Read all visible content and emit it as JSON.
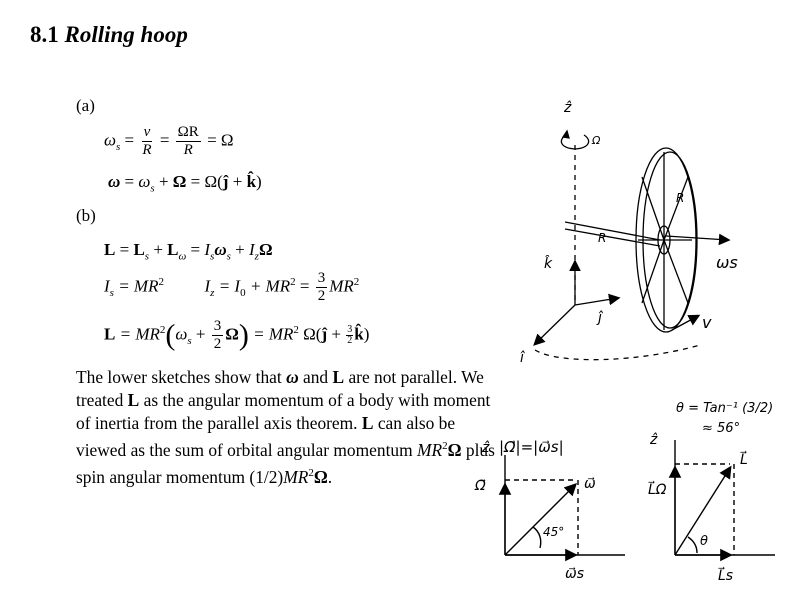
{
  "heading": {
    "number": "8.1",
    "title": "Rolling hoop"
  },
  "part_a": {
    "label": "(a)",
    "eq1": {
      "lhs": "ω",
      "lhs_sub": "s",
      "f1_num": "v",
      "f1_den": "R",
      "f2_num": "ΩR",
      "f2_den": "R",
      "rhs": "= Ω"
    },
    "eq2": {
      "text1": "ω",
      "text2": " = ",
      "text3": "ω",
      "sub": "s",
      "text4": " + ",
      "text5": "Ω",
      "text6": " = Ω(",
      "j": "ĵ",
      "plus": " + ",
      "k": "k̂",
      "close": ")"
    }
  },
  "part_b": {
    "label": "(b)",
    "eq3": {
      "L": "L",
      "eq": " = ",
      "Ls": "L",
      "Ls_sub": "s",
      "plus": " + ",
      "Lw": "L",
      "Lw_sub": "ω",
      "eq2": " = ",
      "Is": "I",
      "Is_sub": "s",
      "ws": "ω",
      "ws_sub": "s",
      "plus2": " + ",
      "Iz": "I",
      "Iz_sub": "z",
      "Om": "Ω"
    },
    "eq4": {
      "Is": "I",
      "Is_sub": "s",
      "rhs": " = MR",
      "sup": "2",
      "Iz": "I",
      "Iz_sub": "z",
      "mid": " = I",
      "I0_sub": "0",
      "mid2": " + MR",
      "sup2": "2",
      "eq": " = ",
      "fn": "3",
      "fd": "2",
      "tail": "MR",
      "sup3": "2"
    },
    "eq5": {
      "L": "L",
      "eq": " = MR",
      "sup": "2",
      "ws": "ω",
      "ws_sub": "s",
      "plus": " + ",
      "fn": "3",
      "fd": "2",
      "Om": "Ω",
      "eq2": " = MR",
      "sup2": "2",
      "Om2": " Ω(",
      "j": "ĵ",
      "plus2": " + ",
      "sfn": "3",
      "sfd": "2",
      "k": "k̂",
      "close": ")"
    }
  },
  "paragraph": {
    "s1a": "The lower sketches show that ",
    "s1w": "ω",
    "s1b": " and ",
    "s1L": "L",
    "s1c": " are not parallel. We treated ",
    "s2L": "L",
    "s2a": " as the angular momentum of a body with moment of inertia from the parallel axis theorem. ",
    "s3L": "L",
    "s3a": " can also be viewed as the sum of orbital angular momentum ",
    "s3m": "MR",
    "s3sup": "2",
    "s3o": "Ω",
    "s3b": " plus spin angular momentum (1/2)",
    "s3m2": "MR",
    "s3sup2": "2",
    "s3o2": "Ω",
    "s3end": "."
  },
  "sketch": {
    "z_axis": "ẑ",
    "omega_label": "Ω",
    "R_label_1": "R",
    "R_label_2": "R",
    "k_label": "k̂",
    "j_label": "ĵ",
    "i_label": "î",
    "ws_label": "ωs",
    "v_label": "v"
  },
  "lower_left": {
    "z": "ẑ",
    "note": "|Ω⃗|=|ω⃗s|",
    "omega_vec": "Ω⃗",
    "w_vec": "ω⃗",
    "ws_vec": "ω⃗s",
    "angle": "45°"
  },
  "lower_right": {
    "theta_eq": "θ = Tan⁻¹ (3/2)",
    "approx": "≈ 56°",
    "z": "ẑ",
    "L_omega": "L⃗Ω",
    "L_vec": "L⃗",
    "Ls_vec": "L⃗s",
    "theta": "θ"
  }
}
